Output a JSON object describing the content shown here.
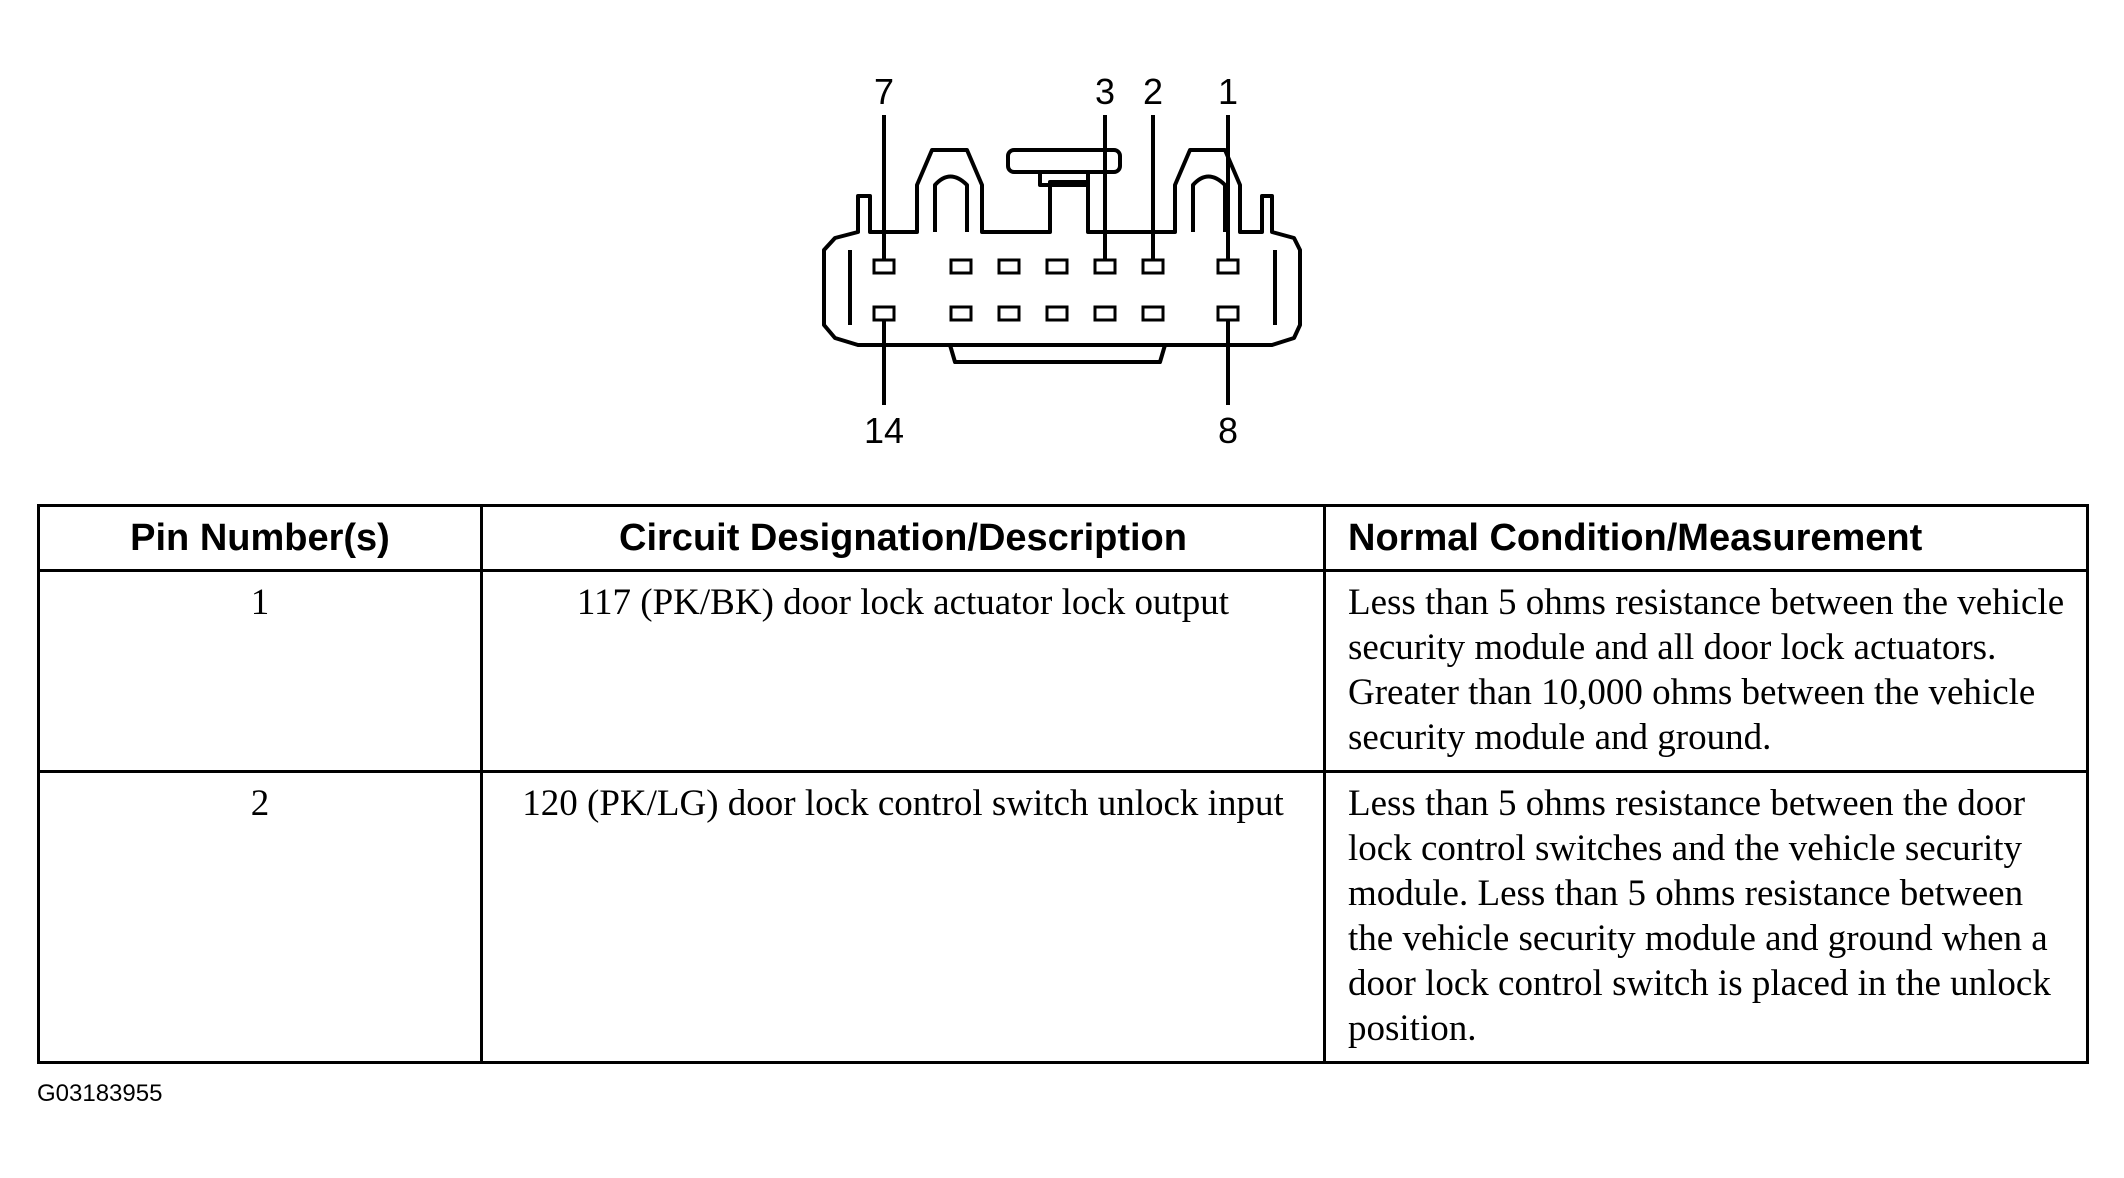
{
  "connector": {
    "pin_labels": {
      "pin_7": "7",
      "pin_3": "3",
      "pin_2": "2",
      "pin_1": "1",
      "pin_14": "14",
      "pin_8": "8"
    }
  },
  "table": {
    "headers": {
      "pin": "Pin Number(s)",
      "circuit": "Circuit Designation/Description",
      "normal": "Normal Condition/Measurement"
    },
    "rows": [
      {
        "pin": "1",
        "circuit": "117 (PK/BK) door lock actuator lock output",
        "normal": "Less than 5 ohms resistance between the vehicle security module and all door lock actuators. Greater than 10,000 ohms between the vehicle security module and ground."
      },
      {
        "pin": "2",
        "circuit": "120 (PK/LG) door lock control switch unlock input",
        "normal": "Less than 5 ohms resistance between the door lock control switches and the vehicle security module. Less than 5 ohms resistance between the vehicle security module and ground when a door lock control switch is placed in the unlock position."
      }
    ]
  },
  "figure_id": "G03183955"
}
